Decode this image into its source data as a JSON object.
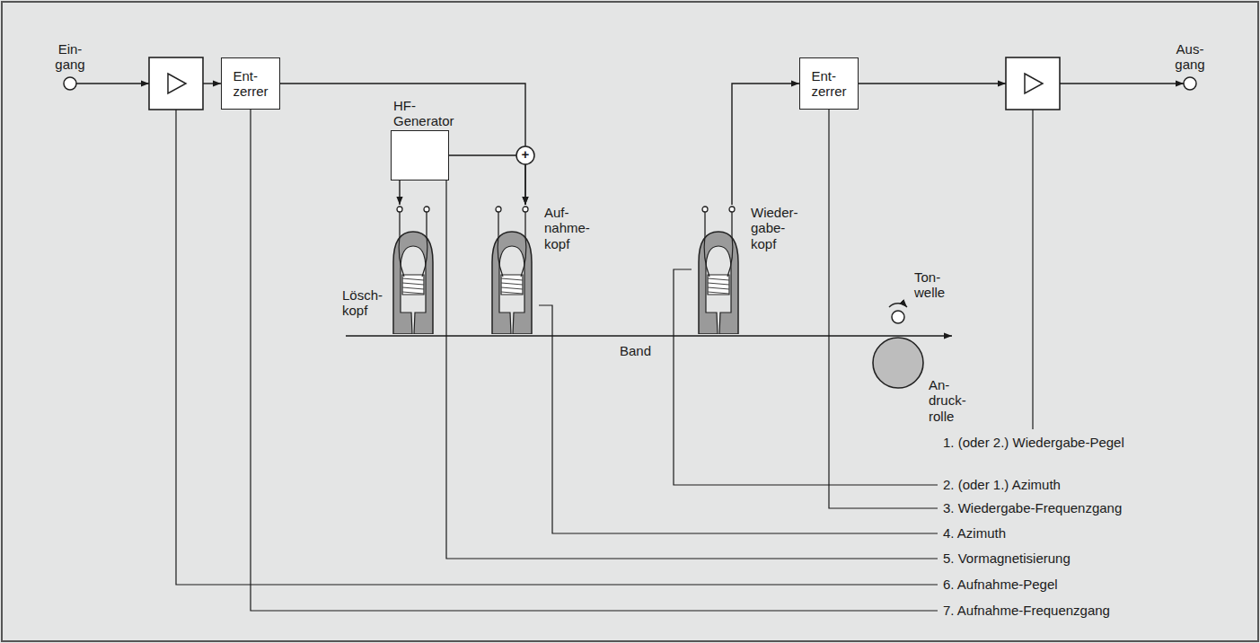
{
  "diagram": {
    "nodes": [
      {
        "text": [
          "Ent- zerrer"
        ]
      },
      {
        "text": [
          "HF- Generator"
        ]
      },
      {
        "text": [
          "Lösch- kopf"
        ]
      },
      {
        "text": [
          "Auf- nahme- kopf"
        ]
      },
      {
        "text": [
          "Wieder- gabe- kopf"
        ]
      },
      {
        "text": [
          "Ent- zerrer"
        ]
      }
    ],
    "edges": [
      {
        "from": 0,
        "to": 3,
        "arrow": "to"
      },
      {
        "from": 1,
        "to": 3,
        "arrow": "to"
      },
      {
        "from": 1,
        "to": 2,
        "arrow": "to"
      },
      {
        "from": 4,
        "to": 5,
        "arrow": "to"
      }
    ],
    "labels": [
      "Ein- gang",
      "Aus- gang",
      "+",
      "Band",
      "Ton- welle",
      "An- druck- rolle",
      "1. (oder 2.) Wiedergabe-Pegel",
      "2. (oder 1.) Azimuth",
      "3. Wiedergabe-Frequenzgang",
      "4. Azimuth",
      "5. Vormagnetisierung",
      "6. Aufnahme-Pegel",
      "7. Aufnahme-Frequenzgang"
    ]
  }
}
